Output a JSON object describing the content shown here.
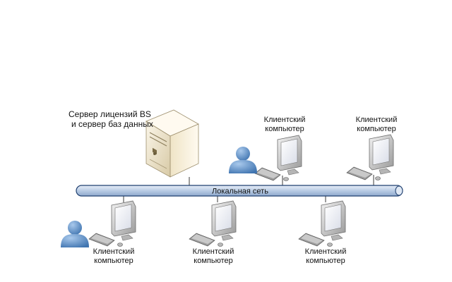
{
  "server": {
    "label_line1": "Сервер лицензий BS",
    "label_line2": "и сервер баз данных",
    "icon": "server-tower-icon"
  },
  "network": {
    "label": "Локальная сеть",
    "color": "#b9cce4"
  },
  "clients": [
    {
      "line1": "Клиентский",
      "line2": "компьютер",
      "has_user": true
    },
    {
      "line1": "Клиентский",
      "line2": "компьютер",
      "has_user": false
    },
    {
      "line1": "Клиентский",
      "line2": "компьютер",
      "has_user": true
    },
    {
      "line1": "Клиентский",
      "line2": "компьютер",
      "has_user": false
    },
    {
      "line1": "Клиентский",
      "line2": "компьютер",
      "has_user": false
    }
  ],
  "icons": {
    "workstation": "workstation-icon",
    "user": "user-icon"
  },
  "colors": {
    "bus_fill": "#b9cce4",
    "bus_stroke": "#1f3f6f",
    "monitor": "#c8c8c8",
    "screen": "#eef0f6",
    "user": "#5b8fc7",
    "server": "#e9dfc6"
  }
}
